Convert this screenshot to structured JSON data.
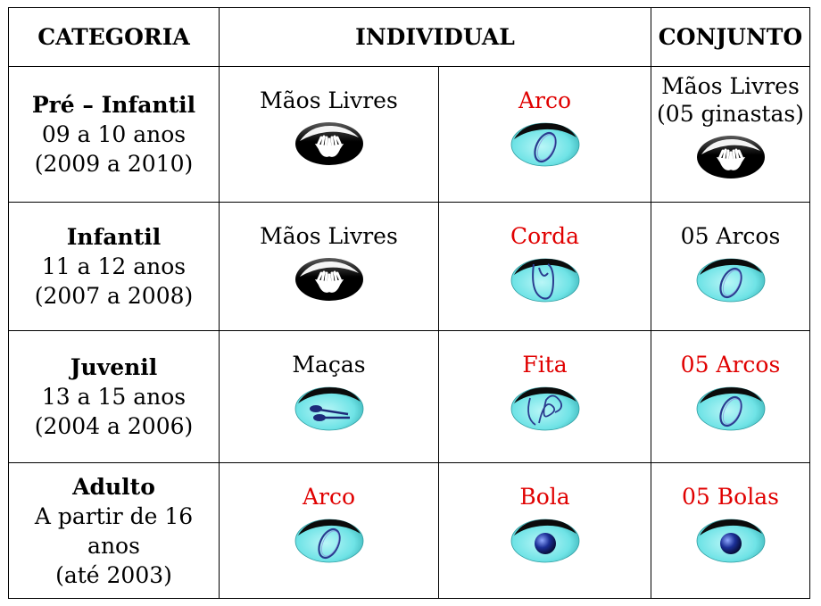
{
  "headers": {
    "categoria": "CATEGORIA",
    "individual": "INDIVIDUAL",
    "conjunto": "CONJUNTO"
  },
  "colors": {
    "red": "#e00000",
    "black": "#000000",
    "cyan": "#6fe3e6",
    "dark": "#111111"
  },
  "rows": [
    {
      "category": {
        "title": "Pré – Infantil",
        "ages": "09 a 10 anos",
        "years": "(2009 a 2010)"
      },
      "ind1": {
        "lines": [
          "Mãos Livres"
        ],
        "color": "black",
        "icon": "hands-icon"
      },
      "ind2": {
        "lines": [
          "Arco"
        ],
        "color": "red",
        "icon": "hoop-icon"
      },
      "conj": {
        "lines": [
          "Mãos Livres",
          "(05 ginastas)"
        ],
        "color": "black",
        "icon": "hands-icon"
      }
    },
    {
      "category": {
        "title": "Infantil",
        "ages": "11 a 12 anos",
        "years": "(2007 a 2008)"
      },
      "ind1": {
        "lines": [
          "Mãos Livres"
        ],
        "color": "black",
        "icon": "hands-icon"
      },
      "ind2": {
        "lines": [
          "Corda"
        ],
        "color": "red",
        "icon": "rope-icon"
      },
      "conj": {
        "lines": [
          "05 Arcos"
        ],
        "color": "black",
        "icon": "hoop-icon"
      }
    },
    {
      "category": {
        "title": "Juvenil",
        "ages": "13 a 15 anos",
        "years": "(2004 a 2006)"
      },
      "ind1": {
        "lines": [
          "Maças"
        ],
        "color": "black",
        "icon": "clubs-icon"
      },
      "ind2": {
        "lines": [
          "Fita"
        ],
        "color": "red",
        "icon": "ribbon-icon"
      },
      "conj": {
        "lines": [
          "05 Arcos"
        ],
        "color": "red",
        "icon": "hoop-icon"
      }
    },
    {
      "category": {
        "title": "Adulto",
        "ages": "A partir de 16 anos",
        "years": "(até 2003)"
      },
      "ind1": {
        "lines": [
          "Arco"
        ],
        "color": "red",
        "icon": "hoop-icon"
      },
      "ind2": {
        "lines": [
          "Bola"
        ],
        "color": "red",
        "icon": "ball-icon"
      },
      "conj": {
        "lines": [
          "05 Bolas"
        ],
        "color": "red",
        "icon": "ball-icon"
      }
    }
  ]
}
